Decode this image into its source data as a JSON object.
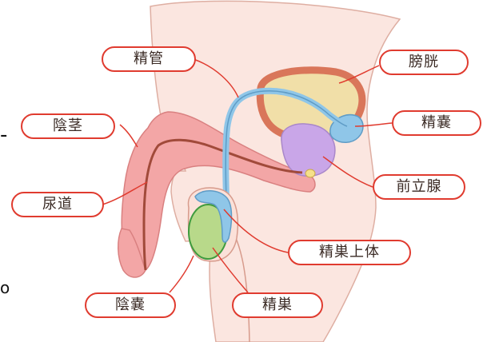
{
  "labels": {
    "seikan": "精管",
    "boukou": "膀胱",
    "inkei": "陰茎",
    "seinou": "精嚢",
    "nyoudou": "尿道",
    "zenritsusen": "前立腺",
    "seisou_joutai": "精巣上体",
    "innou": "陰嚢",
    "seisou": "精巣"
  },
  "edge_marks": {
    "left_top": "-",
    "left_bottom": "o"
  },
  "colors": {
    "label_border": "#e03b2f",
    "leader_line": "#e03b2f",
    "skin": "#fbe1d9",
    "penis": "#f3a6a6",
    "urethra": "#a14a3a",
    "vas_deferens": "#8fc6e8",
    "bladder": "#f1dfa8",
    "bladder_wall": "#d9765a",
    "prostate": "#c9a6e8",
    "seminal_vesicle": "#8fc6e8",
    "testis": "#b8d98a",
    "epididymis": "#8fc6e8"
  }
}
